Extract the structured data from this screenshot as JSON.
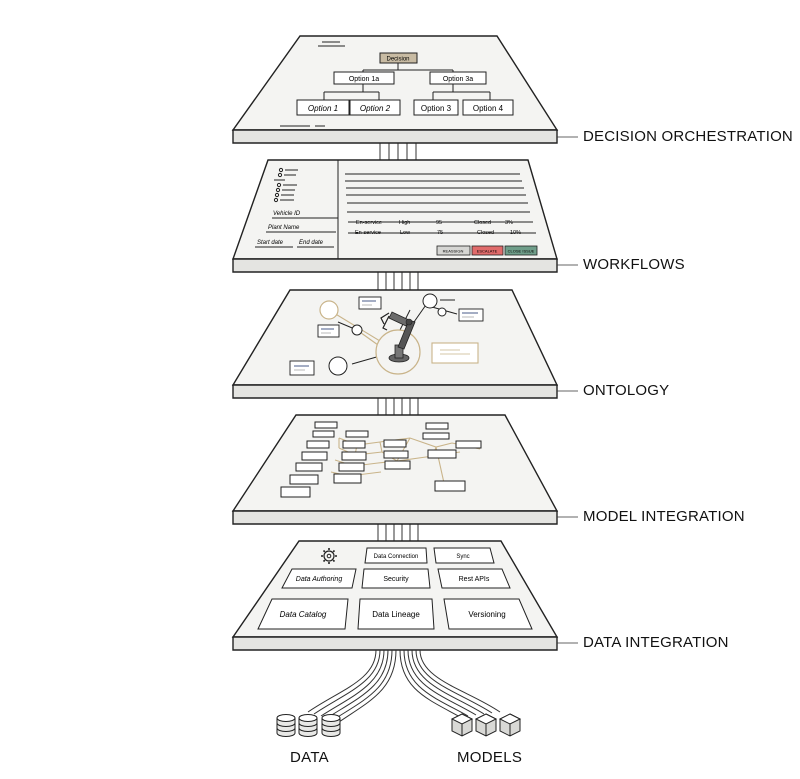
{
  "layers": {
    "decision": {
      "label": "DECISION ORCHESTRATION",
      "root": "Decision",
      "mid": [
        "Option 1a",
        "Option 3a"
      ],
      "leaves": [
        "Option 1",
        "Option 2",
        "Option 3",
        "Option 4"
      ]
    },
    "workflows": {
      "label": "WORKFLOWS",
      "filters": {
        "vehicle": "Vehicle ID",
        "plant": "Plant Name",
        "start": "Start date",
        "end": "End date"
      },
      "table_rows": [
        [
          "En-service",
          "High",
          "95",
          "Closed",
          "3%"
        ],
        [
          "En-service",
          "Low",
          "75",
          "Closed",
          "10%"
        ]
      ],
      "buttons": [
        "REASSIGN",
        "ESCALATE",
        "CLOSE ISSUE"
      ]
    },
    "ontology": {
      "label": "ONTOLOGY"
    },
    "model": {
      "label": "MODEL INTEGRATION"
    },
    "data": {
      "label": "DATA INTEGRATION",
      "tiles": [
        "Data Connection",
        "Sync",
        "Data Authoring",
        "Security",
        "Rest APIs",
        "Data Catalog",
        "Data Lineage",
        "Versioning"
      ]
    }
  },
  "bottom": {
    "data": "DATA",
    "models": "MODELS"
  },
  "colors": {
    "decision_root": "#c8bba3",
    "escalate": "#e06b6b",
    "close": "#6f9e8a",
    "accent": "#c9b48a"
  }
}
